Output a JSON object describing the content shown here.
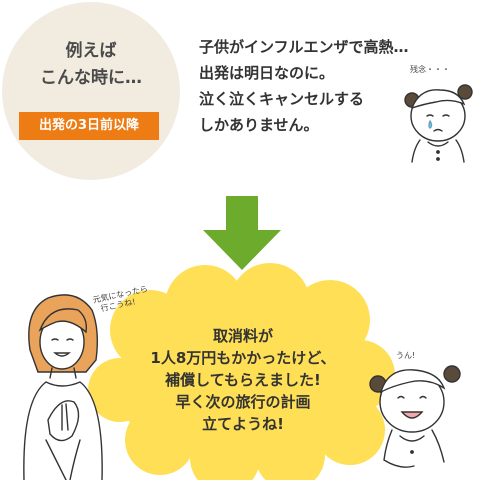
{
  "intro": {
    "line1": "例えば",
    "line2": "こんな時に…",
    "badge": "出発の3日前以降"
  },
  "story": {
    "line1": "子供がインフルエンザで高熱…",
    "line2": "出発は明日なのに。",
    "line3": "泣く泣くキャンセルする",
    "line4": "しかありません。"
  },
  "girl_top": {
    "speech": "残念・・・"
  },
  "result": {
    "line1": "取消料が",
    "line2": "1人8万円もかかったけど、",
    "line3": "補償してもらえました!",
    "line4": "早く次の旅行の計画",
    "line5": "立てようね!"
  },
  "mother": {
    "speech_line1": "元気になったら",
    "speech_line2": "行こうね!"
  },
  "girl_bottom": {
    "speech": "うん!"
  },
  "colors": {
    "arrow": "#6cab2c",
    "cloud": "#ffdf55",
    "badge": "#ec7c13",
    "circle": "#f1ecdf"
  }
}
